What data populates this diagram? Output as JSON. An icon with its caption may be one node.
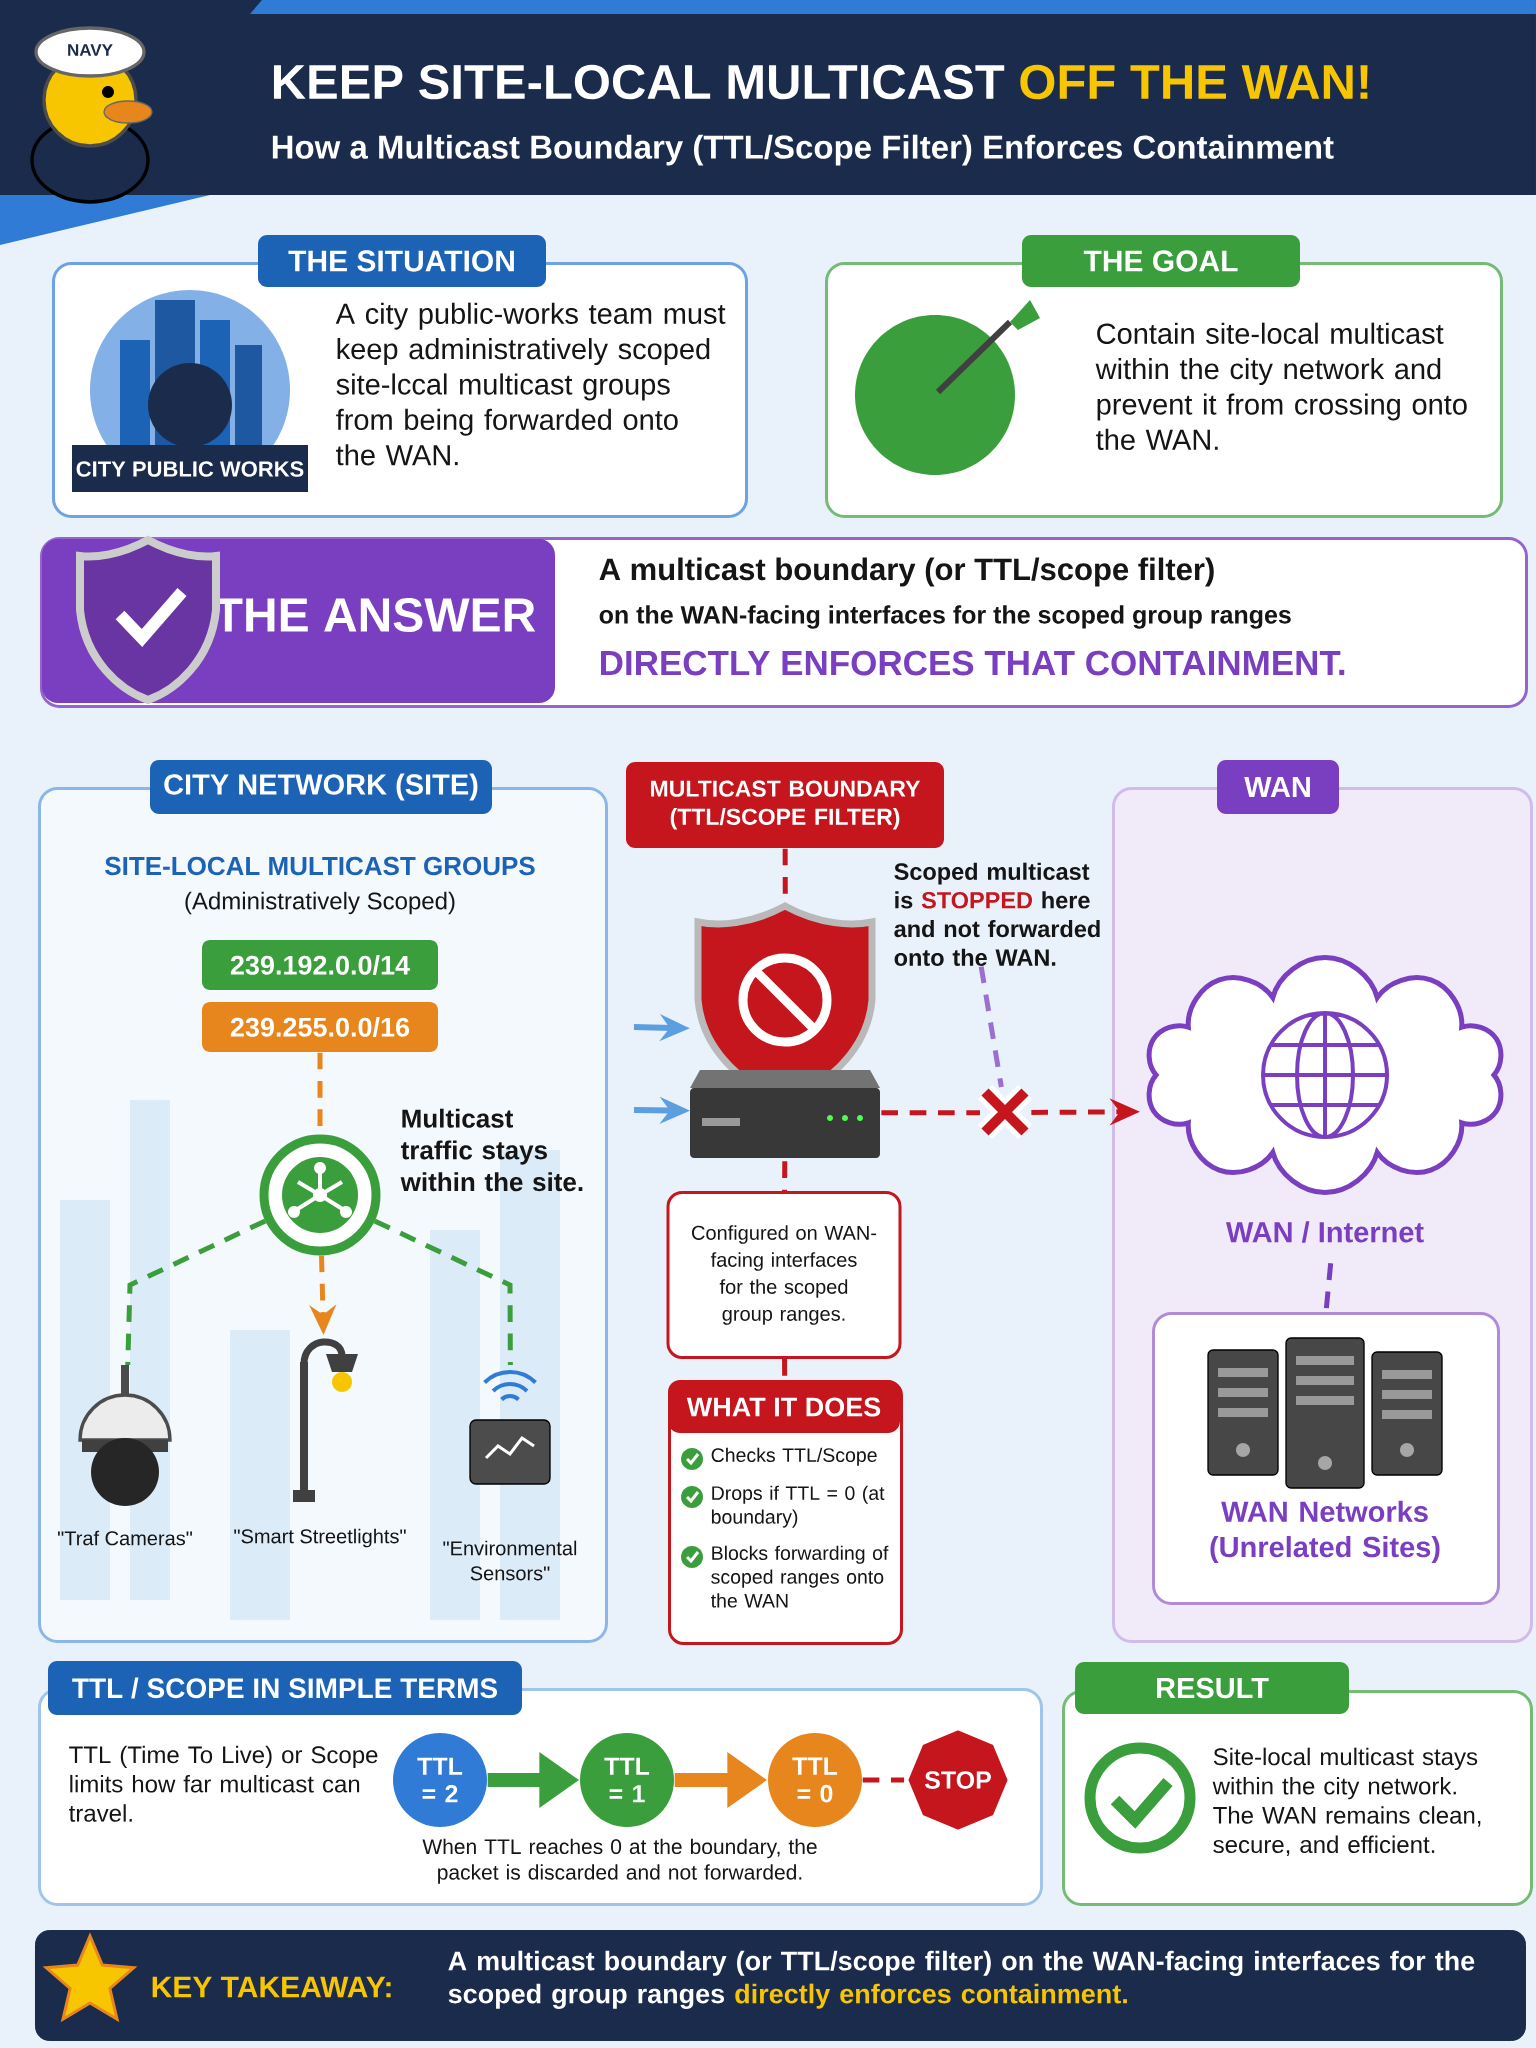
{
  "diagram": {
    "title": "KEEP SITE-LOCAL MULTICAST **OFF THE WAN!**",
    "nodes": [
      {
        "text": [
          "THE SITUATION",
          "A city public-works team must keep administratively scoped site-lccal multicast groups from being forwarded onto the WAN."
        ]
      },
      {
        "text": [
          "THE GOAL",
          "Contain site-local multicast within the city network and prevent it from crossing onto the WAN."
        ]
      },
      {
        "text": [
          "THE ANSWER",
          "A multicast boundary (or TTL/scope filter)",
          "on the WAN-facing interfaces for the scoped group ranges",
          "DIRECTLY ENFORCES THAT CONTAINMENT."
        ]
      },
      {
        "text": [
          "CITY NETWORK (SITE)"
        ]
      },
      {
        "text": [
          "239.192.0.0/14"
        ],
        "in": 3
      },
      {
        "text": [
          "239.255.0.0/16"
        ],
        "in": 3
      },
      {
        "text": [],
        "shape": "circle",
        "in": 3
      },
      {
        "text": [],
        "shape": "picture",
        "in": 3,
        "beside": [
          "\"Traf Cameras\""
        ]
      },
      {
        "text": [],
        "shape": "picture",
        "in": 3,
        "beside": [
          "\"Smart Streetlights\""
        ]
      },
      {
        "text": [],
        "shape": "picture",
        "in": 3,
        "beside": [
          "\"Environmental Sensors\""
        ]
      },
      {
        "text": [
          "MULTICAST BOUNDARY (TTL/SCOPE FILTER)"
        ]
      },
      {
        "text": [],
        "shape": "picture"
      },
      {
        "text": [
          "Scoped multicast is **STOPPED** here and not forwarded onto the WAN."
        ]
      },
      {
        "text": [
          "Configured on WAN-facing interfaces for the scoped group ranges."
        ]
      },
      {
        "text": [
          "WHAT IT DOES",
          "Checks TTL/Scope",
          "Drops if TTL = 0 (at boundary)",
          "Blocks forwarding of scoped ranges onto the WAN"
        ]
      },
      {
        "text": [
          "WAN"
        ]
      },
      {
        "text": [],
        "shape": "cloud",
        "in": 15,
        "beside": [
          "WAN / Internet"
        ]
      },
      {
        "text": [
          "WAN Networks (Unrelated Sites)"
        ],
        "in": 15
      },
      {
        "text": [
          "TTL / SCOPE IN SIMPLE TERMS",
          "TTL (Time To Live) or Scope limits how far multicast can travel.",
          "When TTL reaches 0 at the boundary, the packet is discarded and not forwarded."
        ]
      },
      {
        "text": [
          "TTL = 2"
        ],
        "in": 18
      },
      {
        "text": [
          "TTL = 1"
        ],
        "in": 18
      },
      {
        "text": [
          "TTL = 0"
        ],
        "in": 18
      },
      {
        "text": [
          "STOP"
        ],
        "in": 18
      },
      {
        "text": [
          "RESULT",
          "Site-local multicast stays within the city network. The WAN remains clean, secure, and efficient."
        ]
      },
      {
        "text": [],
        "shape": "cross"
      },
      {
        "text": [
          "KEY TAKEAWAY:",
          "A multicast boundary (or TTL/scope filter) on the WAN-facing interfaces for the scoped group ranges **directly enforces containment.**"
        ]
      }
    ],
    "edges": [
      {
        "from": 5,
        "to": 6,
        "arrow": "none",
        "style": "dashed",
        "color": "#e8861e"
      },
      {
        "from": 6,
        "to": 7,
        "arrow": "none",
        "style": "dashed",
        "color": "#3a9e3c"
      },
      {
        "from": 6,
        "to": 8,
        "arrow": "to",
        "style": "dashed",
        "color": "#e8861e"
      },
      {
        "from": 6,
        "to": 9,
        "arrow": "none",
        "style": "dashed",
        "color": "#3a9e3c"
      },
      {
        "from": null,
        "to": 11,
        "arrow": "to",
        "color": "#5b9fe0"
      },
      {
        "from": null,
        "to": 11,
        "arrow": "to",
        "color": "#5b9fe0"
      },
      {
        "from": 10,
        "to": 11,
        "arrow": "none",
        "style": "dashed",
        "color": "#c4161c"
      },
      {
        "from": 11,
        "to": 13,
        "arrow": "none",
        "style": "dashed",
        "color": "#c4161c"
      },
      {
        "from": 13,
        "to": 14,
        "arrow": "none",
        "style": "dashed",
        "color": "#c4161c"
      },
      {
        "from": 11,
        "to": 24,
        "arrow": "none",
        "style": "dashed",
        "color": "#c4161c"
      },
      {
        "from": 12,
        "to": 24,
        "arrow": "none",
        "style": "dashed",
        "color": "#9b6fd0"
      },
      {
        "from": 16,
        "to": 17,
        "arrow": "none",
        "style": "dashed",
        "color": "#7a3ec0"
      },
      {
        "from": 19,
        "to": 20,
        "arrow": "to",
        "style": "thick",
        "color": "#3a9e3c"
      },
      {
        "from": 20,
        "to": 21,
        "arrow": "to",
        "style": "thick",
        "color": "#e8861e"
      },
      {
        "from": 21,
        "to": 22,
        "arrow": "none",
        "style": "dashed",
        "color": "#c4161c"
      },
      {
        "from": 24,
        "to": 16,
        "arrow": "to",
        "style": "dashed",
        "color": "#c4161c"
      }
    ],
    "labels": [
      "How a Multicast Boundary (TTL/Scope Filter) Enforces Containment",
      "NAVY",
      "CITY PUBLIC WORKS",
      "SITE-LOCAL MULTICAST GROUPS",
      "(Administratively Scoped)",
      "Multicast traffic stays within the site."
    ]
  }
}
